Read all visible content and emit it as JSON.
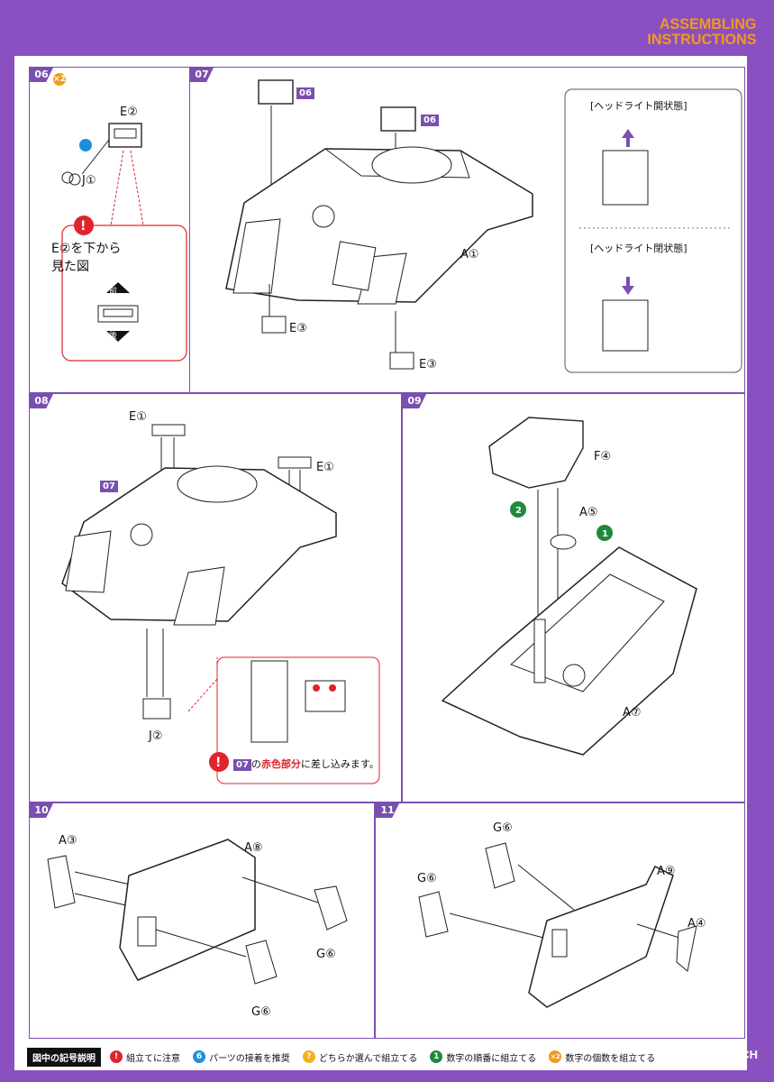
{
  "header": {
    "brand_line1": "ASSEMBLING",
    "brand_line2": "INSTRUCTIONS"
  },
  "step06": {
    "number": "06",
    "badge": "×2",
    "part_e2": "E②",
    "part_j1": "J①",
    "note_line1": "E②を下から",
    "note_line2": "見た図",
    "front": "前",
    "back": "後"
  },
  "step07": {
    "number": "07",
    "tag_a": "06",
    "tag_b": "06",
    "part_a1": "A①",
    "part_e3_left": "E③",
    "part_e3_right": "E③",
    "open_title": "[ヘッドライト開状態]",
    "closed_title": "[ヘッドライト閉状態]"
  },
  "step08": {
    "number": "08",
    "part_e1_left": "E①",
    "part_e1_right": "E①",
    "tag_07": "07",
    "part_j2": "J②",
    "note_ref": "07",
    "note_pre": "の",
    "note_red": "赤色部分",
    "note_post": "に差し込みます。"
  },
  "step09": {
    "number": "09",
    "part_f4": "F④",
    "part_a5": "A⑤",
    "part_a7": "A⑦",
    "order_1": "1",
    "order_2": "2"
  },
  "step10": {
    "number": "10",
    "part_a3": "A③",
    "part_a8": "A⑧",
    "part_g6_right": "G⑥",
    "part_g6_bottom": "G⑥"
  },
  "step11": {
    "number": "11",
    "part_g6_top": "G⑥",
    "part_g6_left": "G⑥",
    "part_a9": "A⑨",
    "part_a4": "A④"
  },
  "legend": {
    "title": "図中の記号説明",
    "items": [
      {
        "symbol": "!",
        "label": "組立てに注意",
        "color": "#e0242b"
      },
      {
        "symbol": "6",
        "label": "パーツの接着を推奨",
        "color": "#1d8fd8"
      },
      {
        "symbol": "?",
        "label": "どちらか選んで組立てる",
        "color": "#f2b21e"
      },
      {
        "symbol": "1",
        "label": "数字の順番に組立てる",
        "color": "#1f8a3a"
      },
      {
        "symbol": "×2",
        "label": "数字の個数を組立てる",
        "color": "#f29a1e"
      }
    ]
  },
  "watermark": "HOBBY SEARCH",
  "colors": {
    "frame": "#8a4fc0",
    "accent": "#f29a1e",
    "warning": "#e0242b"
  }
}
